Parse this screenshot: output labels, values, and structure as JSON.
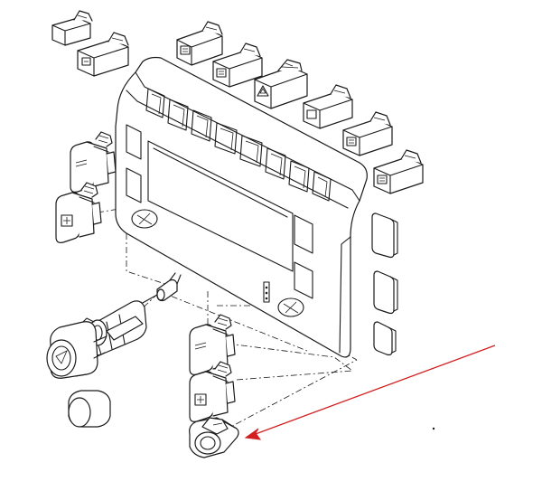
{
  "diagram": {
    "type": "exploded-parts-diagram",
    "background": "#ffffff",
    "line_color": "#1a1a1a",
    "callout_arrow_color": "#d21f1f",
    "parts": [
      {
        "name": "switch-plain"
      },
      {
        "name": "switch-rear-fog"
      },
      {
        "name": "switch-heated-rear-screen"
      },
      {
        "name": "switch-heated-seat"
      },
      {
        "name": "switch-hazard-warning"
      },
      {
        "name": "switch-front-fog"
      },
      {
        "name": "switch-heated-windscreen"
      },
      {
        "name": "switch-rocker"
      },
      {
        "name": "blanking-plate"
      },
      {
        "name": "cigar-lighter"
      },
      {
        "name": "lighter-cap"
      },
      {
        "name": "rotary-dimmer-switch"
      },
      {
        "name": "switch-panel-bezel"
      }
    ]
  }
}
